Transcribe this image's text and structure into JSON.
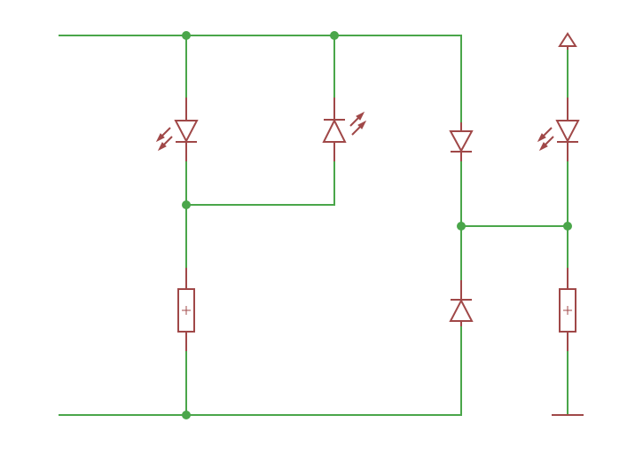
{
  "colors": {
    "background": "#ffffff",
    "wire": "#4aa64a",
    "junction": "#4aa64a",
    "component": "#a04848"
  },
  "components": [
    {
      "kind": "led",
      "orientation": "down",
      "name": "led-left"
    },
    {
      "kind": "led",
      "orientation": "up",
      "name": "led-middle"
    },
    {
      "kind": "diode",
      "orientation": "down",
      "name": "diode-upper"
    },
    {
      "kind": "diode",
      "orientation": "up",
      "name": "diode-lower"
    },
    {
      "kind": "led",
      "orientation": "down",
      "name": "led-right"
    },
    {
      "kind": "resistor",
      "name": "resistor-left"
    },
    {
      "kind": "resistor",
      "name": "resistor-right"
    },
    {
      "kind": "power-supply-symbol",
      "name": "vcc-symbol"
    },
    {
      "kind": "ground-symbol",
      "name": "ground-symbol"
    }
  ]
}
